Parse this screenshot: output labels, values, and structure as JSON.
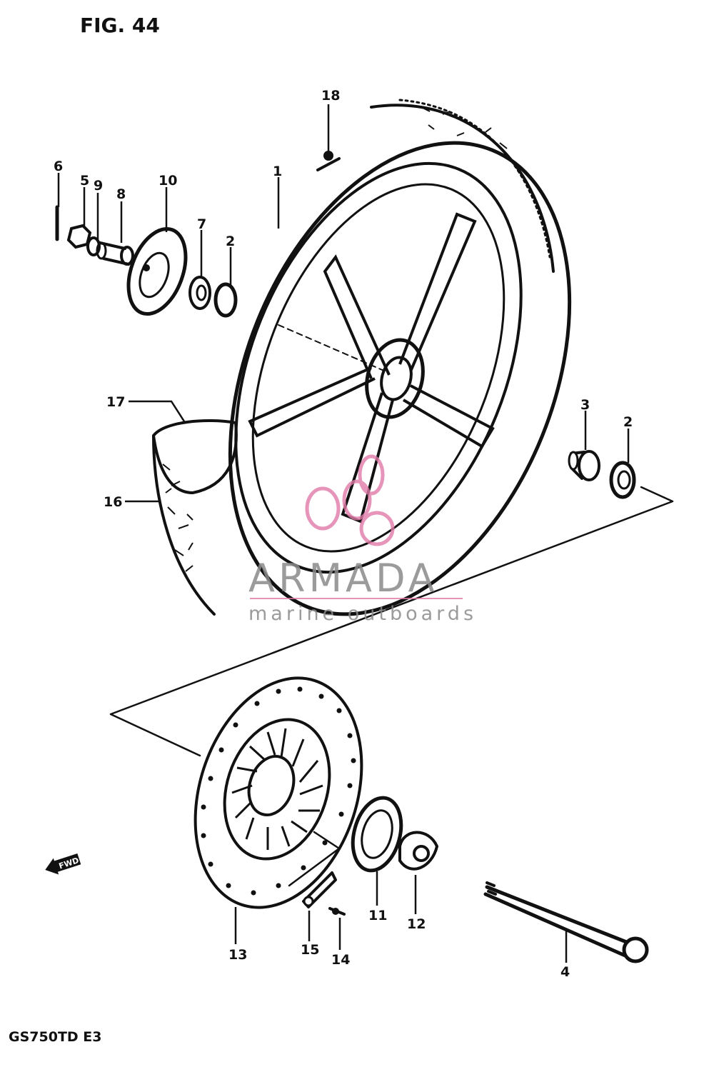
{
  "figure": {
    "title": "FIG. 44",
    "model": "GS750TD  E3"
  },
  "parts": [
    {
      "key": "p1",
      "number": "1"
    },
    {
      "key": "p2a",
      "number": "2"
    },
    {
      "key": "p2b",
      "number": "2"
    },
    {
      "key": "p3",
      "number": "3"
    },
    {
      "key": "p4",
      "number": "4"
    },
    {
      "key": "p5",
      "number": "5"
    },
    {
      "key": "p6",
      "number": "6"
    },
    {
      "key": "p7",
      "number": "7"
    },
    {
      "key": "p8",
      "number": "8"
    },
    {
      "key": "p9",
      "number": "9"
    },
    {
      "key": "p10",
      "number": "10"
    },
    {
      "key": "p11",
      "number": "11"
    },
    {
      "key": "p12",
      "number": "12"
    },
    {
      "key": "p13",
      "number": "13"
    },
    {
      "key": "p14",
      "number": "14"
    },
    {
      "key": "p15",
      "number": "15"
    },
    {
      "key": "p16",
      "number": "16"
    },
    {
      "key": "p17",
      "number": "17"
    },
    {
      "key": "p18",
      "number": "18"
    }
  ],
  "direction_marker": "FWD",
  "watermark": {
    "brand": "ARMADA",
    "tagline": "marine outboards",
    "brand_color": "#8a8a8a",
    "accent_color": "#e07aa8"
  }
}
